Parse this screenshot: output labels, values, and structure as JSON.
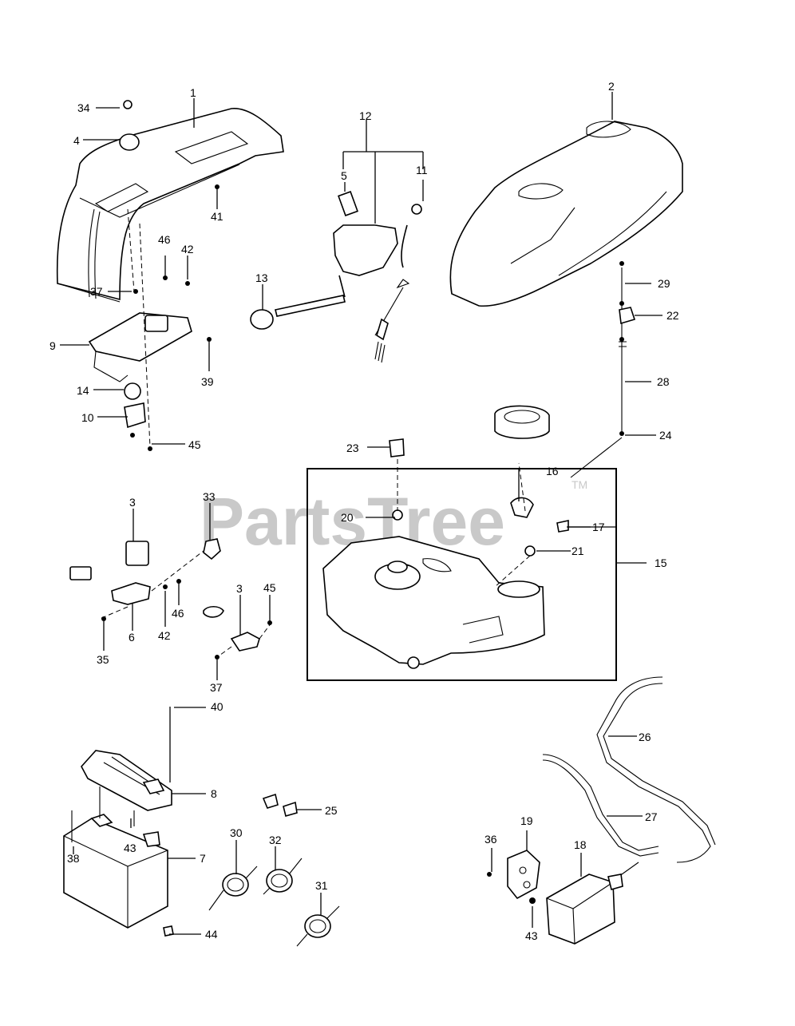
{
  "watermark": {
    "text": "PartsTree",
    "trademark": "TM"
  },
  "callouts": [
    {
      "id": "1",
      "text": "1"
    },
    {
      "id": "2",
      "text": "2"
    },
    {
      "id": "3a",
      "text": "3"
    },
    {
      "id": "3b",
      "text": "3"
    },
    {
      "id": "4",
      "text": "4"
    },
    {
      "id": "5",
      "text": "5"
    },
    {
      "id": "6",
      "text": "6"
    },
    {
      "id": "7",
      "text": "7"
    },
    {
      "id": "8",
      "text": "8"
    },
    {
      "id": "9",
      "text": "9"
    },
    {
      "id": "10",
      "text": "10"
    },
    {
      "id": "11",
      "text": "11"
    },
    {
      "id": "12",
      "text": "12"
    },
    {
      "id": "13",
      "text": "13"
    },
    {
      "id": "14",
      "text": "14"
    },
    {
      "id": "15",
      "text": "15"
    },
    {
      "id": "16",
      "text": "16"
    },
    {
      "id": "17",
      "text": "17"
    },
    {
      "id": "18",
      "text": "18"
    },
    {
      "id": "19",
      "text": "19"
    },
    {
      "id": "20",
      "text": "20"
    },
    {
      "id": "21",
      "text": "21"
    },
    {
      "id": "22",
      "text": "22"
    },
    {
      "id": "23",
      "text": "23"
    },
    {
      "id": "24",
      "text": "24"
    },
    {
      "id": "25",
      "text": "25"
    },
    {
      "id": "26",
      "text": "26"
    },
    {
      "id": "27",
      "text": "27"
    },
    {
      "id": "28",
      "text": "28"
    },
    {
      "id": "29",
      "text": "29"
    },
    {
      "id": "30",
      "text": "30"
    },
    {
      "id": "31",
      "text": "31"
    },
    {
      "id": "32",
      "text": "32"
    },
    {
      "id": "33",
      "text": "33"
    },
    {
      "id": "34",
      "text": "34"
    },
    {
      "id": "35",
      "text": "35"
    },
    {
      "id": "36",
      "text": "36"
    },
    {
      "id": "37a",
      "text": "37"
    },
    {
      "id": "37b",
      "text": "37"
    },
    {
      "id": "38",
      "text": "38"
    },
    {
      "id": "39",
      "text": "39"
    },
    {
      "id": "40",
      "text": "40"
    },
    {
      "id": "41",
      "text": "41"
    },
    {
      "id": "42a",
      "text": "42"
    },
    {
      "id": "42b",
      "text": "42"
    },
    {
      "id": "43a",
      "text": "43"
    },
    {
      "id": "43b",
      "text": "43"
    },
    {
      "id": "44",
      "text": "44"
    },
    {
      "id": "45a",
      "text": "45"
    },
    {
      "id": "45b",
      "text": "45"
    },
    {
      "id": "46a",
      "text": "46"
    },
    {
      "id": "46b",
      "text": "46"
    }
  ]
}
